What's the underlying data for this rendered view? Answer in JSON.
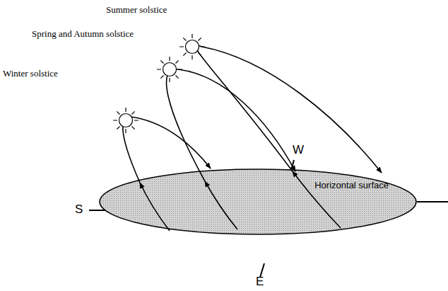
{
  "diagram": {
    "nodes": [
      {
        "text": [
          "Horizontal surface"
        ]
      }
    ],
    "labels": [
      "Summer solstice",
      "Spring and Autumn solstice",
      "Winter solstice",
      "W",
      "S",
      "E"
    ]
  }
}
